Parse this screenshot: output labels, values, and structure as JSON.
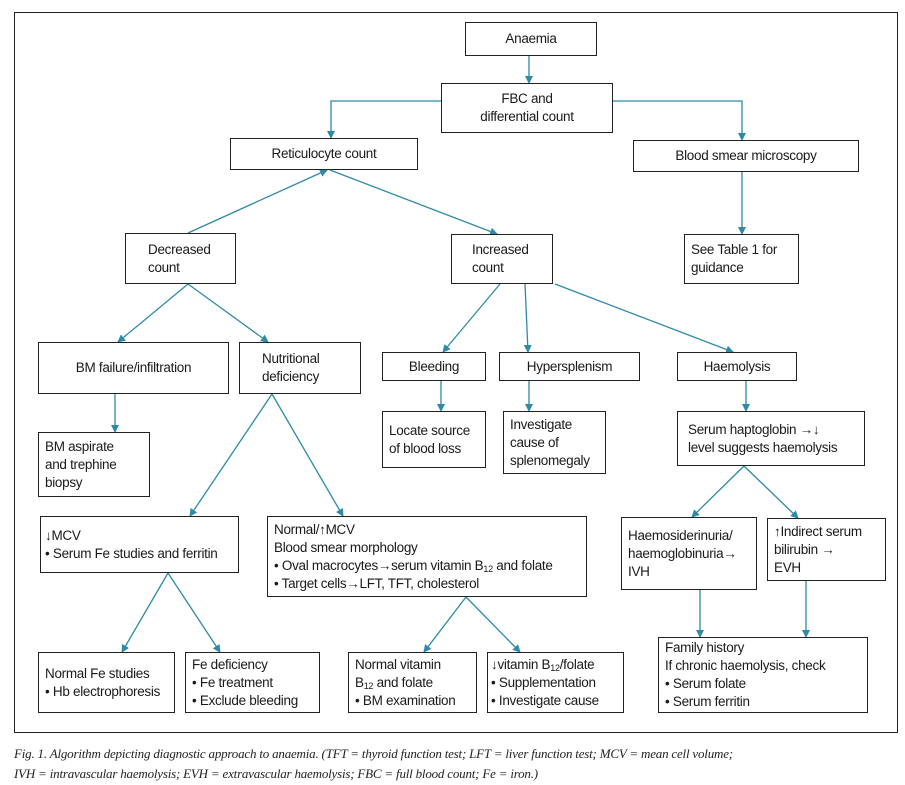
{
  "colors": {
    "arrow": "#2f8aa6",
    "border": "#222222"
  },
  "nodes": {
    "anaemia": "Anaemia",
    "fbc": [
      "FBC and",
      "differential count"
    ],
    "reticulocyte": "Reticulocyte count",
    "smear": "Blood smear microscopy",
    "decreased": [
      "Decreased",
      "count"
    ],
    "increased": [
      "Increased",
      "count"
    ],
    "table": [
      "See Table 1 for",
      "guidance"
    ],
    "bm_failure": "BM failure/infiltration",
    "nutritional": [
      "Nutritional",
      "deficiency"
    ],
    "bleeding": "Bleeding",
    "hypersplenism": "Hypersplenism",
    "haemolysis": "Haemolysis",
    "bm_aspirate": [
      "BM aspirate",
      "and trephine",
      "biopsy"
    ],
    "locate": [
      "Locate source",
      "of blood loss"
    ],
    "investigate": [
      "Investigate",
      "cause of",
      "splenomegaly"
    ],
    "haptoglobin": [
      "Serum haptoglobin →↓",
      "level suggests haemolysis"
    ],
    "low_mcv": [
      "↓MCV",
      "• Serum Fe studies and ferritin"
    ],
    "normal_mcv": {
      "l1": "Normal/↑MCV",
      "l2": "Blood smear morphology",
      "l3a": "• Oval macrocytes→serum vitamin B",
      "l3sub": "12",
      "l3b": " and folate",
      "l4": "• Target cells→LFT, TFT, cholesterol"
    },
    "haemosiderinuria": [
      "Haemosiderinuria/",
      "haemoglobinuria→",
      "IVH"
    ],
    "indirect": [
      "↑Indirect serum",
      "bilirubin →",
      "EVH"
    ],
    "normal_fe": [
      "Normal Fe studies",
      "• Hb electrophoresis"
    ],
    "fe_def": [
      "Fe deficiency",
      "• Fe treatment",
      "• Exclude bleeding"
    ],
    "normal_vit": {
      "l1": "Normal vitamin",
      "l2a": "B",
      "l2sub": "12",
      "l2b": " and folate",
      "l3": "• BM examination"
    },
    "low_vit": {
      "l1a": "↓vitamin B",
      "l1sub": "12",
      "l1b": "/folate",
      "l2": "• Supplementation",
      "l3": "• Investigate cause"
    },
    "family": [
      "Family history",
      "If chronic haemolysis, check",
      "• Serum folate",
      "• Serum ferritin"
    ]
  },
  "caption": [
    "Fig. 1. Algorithm depicting diagnostic approach to anaemia. (TFT = thyroid function test; LFT = liver function test; MCV = mean cell volume;",
    "IVH = intravascular haemolysis; EVH = extravascular haemolysis; FBC = full blood count; Fe = iron.)"
  ]
}
